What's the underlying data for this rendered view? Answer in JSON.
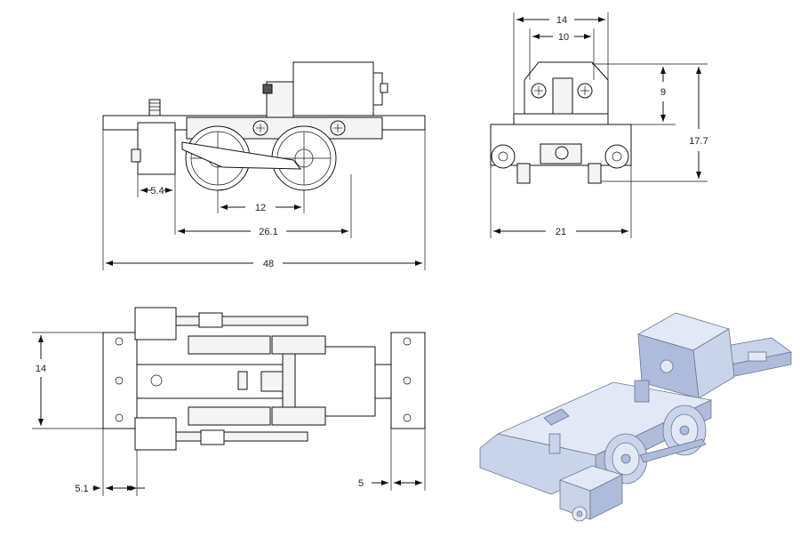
{
  "drawing": {
    "side_view": {
      "dim_overall": "48",
      "dim_wheelbase": "26.1",
      "dim_axle": "12",
      "dim_offset": "5.4"
    },
    "front_view": {
      "dim_top_width": "14",
      "dim_inner_width": "10",
      "dim_motor_height": "9",
      "dim_total_height": "17.7",
      "dim_track_width": "21"
    },
    "top_view": {
      "dim_width": "14",
      "dim_left_offset": "5.1",
      "dim_right_offset": "5"
    }
  }
}
